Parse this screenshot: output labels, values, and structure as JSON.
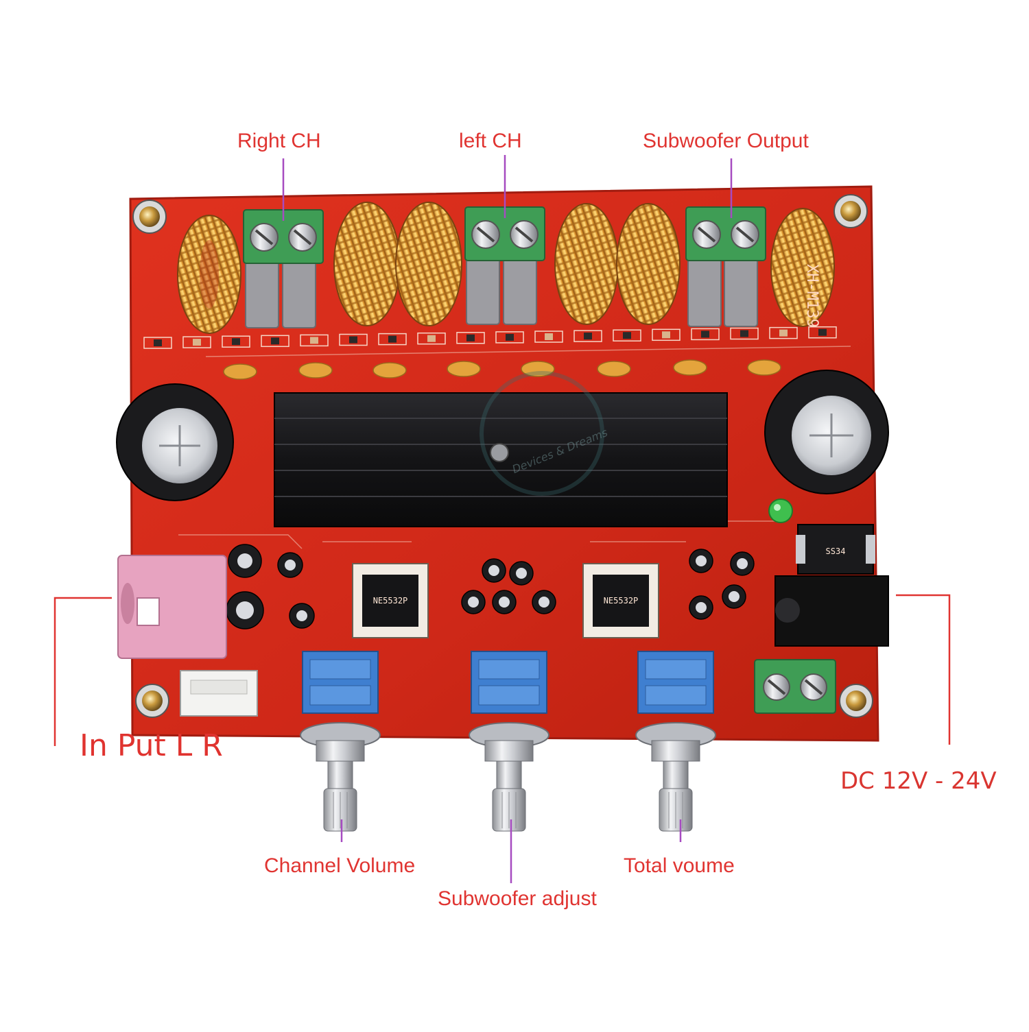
{
  "labels": {
    "right_ch": "Right CH",
    "left_ch": "left CH",
    "subwoofer_output": "Subwoofer Output",
    "input_lr": "In Put L  R",
    "dc_power": "DC 12V - 24V",
    "channel_volume": "Channel Volume",
    "subwoofer_adjust": "Subwoofer adjust",
    "total_volume": "Total voume"
  },
  "board": {
    "model": "XH-M139",
    "ic_marking_left": "NE5532P",
    "ic_marking_right": "NE5532P",
    "diode_marking": "SS34",
    "watermark_text": "Devices & Dreams"
  },
  "colors": {
    "pcb": "#d42a1c",
    "label_text": "#e03431",
    "leader_purple": "#a64bc0",
    "leader_red": "#e03431",
    "terminal_green": "#3f9d55",
    "pot_blue": "#3f7fd0",
    "copper": "#e0a640"
  }
}
